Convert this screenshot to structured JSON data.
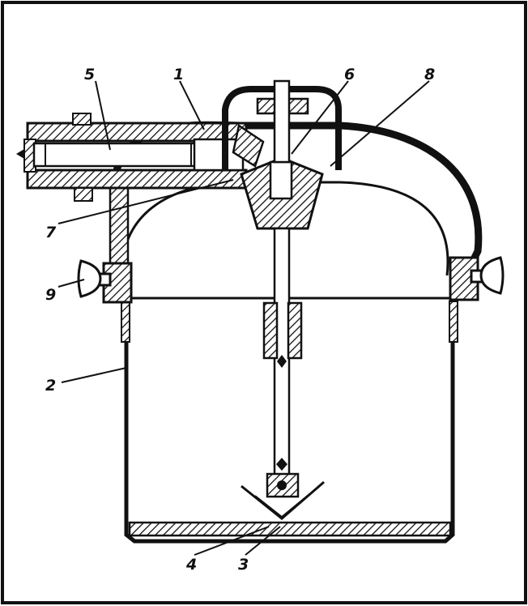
{
  "figure": {
    "ink_color": "#111111",
    "paper_color": "#ffffff",
    "callouts": [
      {
        "id": "1",
        "label": "1"
      },
      {
        "id": "2",
        "label": "2"
      },
      {
        "id": "3",
        "label": "3"
      },
      {
        "id": "4",
        "label": "4"
      },
      {
        "id": "5",
        "label": "5"
      },
      {
        "id": "6",
        "label": "6"
      },
      {
        "id": "7",
        "label": "7"
      },
      {
        "id": "8",
        "label": "8"
      },
      {
        "id": "9",
        "label": "9"
      }
    ]
  }
}
